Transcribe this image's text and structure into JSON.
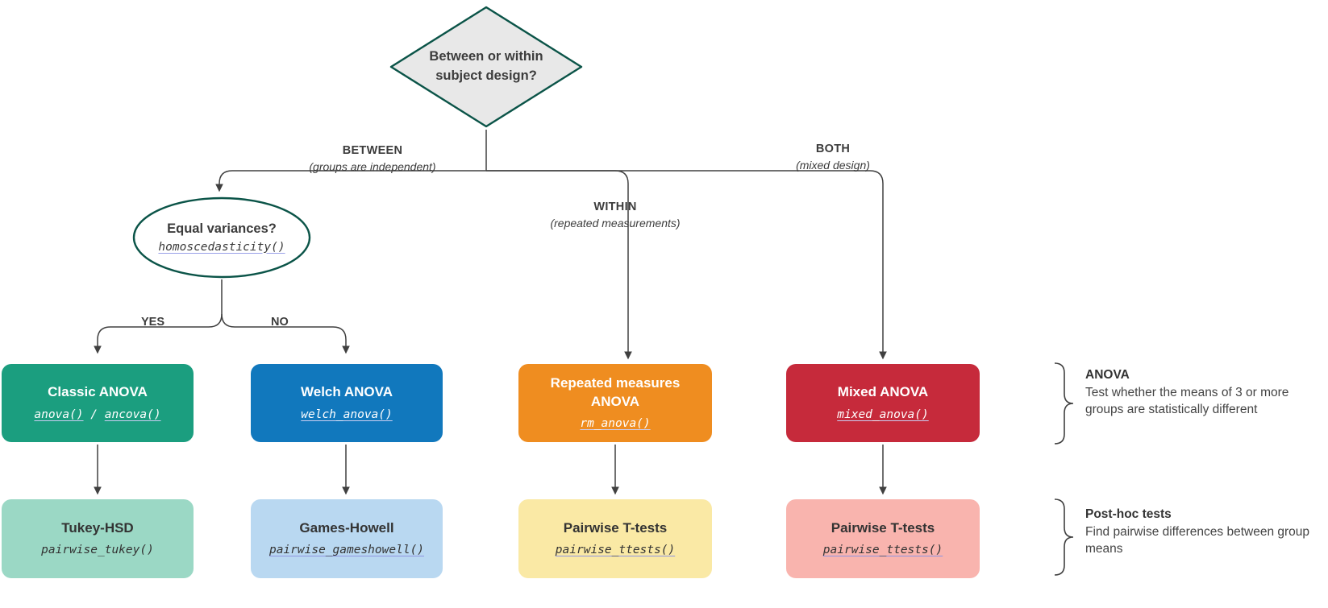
{
  "diagram": {
    "title_node": {
      "id": "decision-diamond",
      "line1": "Between or within",
      "line2": "subject design?",
      "fill": "#e8e8e8",
      "stroke": "#0b5448"
    },
    "branches": [
      {
        "id": "between",
        "label": "BETWEEN",
        "sublabel": "(groups are independent)"
      },
      {
        "id": "within",
        "label": "WITHIN",
        "sublabel": "(repeated measurements)"
      },
      {
        "id": "both",
        "label": "BOTH",
        "sublabel": "(mixed design)"
      }
    ],
    "ellipse_node": {
      "id": "equal-variances",
      "title": "Equal variances?",
      "code": "homoscedasticity()",
      "fill": "#ffffff",
      "stroke": "#0b5448"
    },
    "yes_label": "YES",
    "no_label": "NO",
    "anova_row": [
      {
        "id": "classic-anova",
        "title": "Classic ANOVA",
        "code_parts": [
          {
            "text": "anova()",
            "link": true
          },
          {
            "text": " / ",
            "link": false
          },
          {
            "text": "ancova()",
            "link": true
          }
        ],
        "fill": "#1b9e7f",
        "text_mode": "light-on-dark"
      },
      {
        "id": "welch-anova",
        "title": "Welch ANOVA",
        "code_parts": [
          {
            "text": "welch_anova()",
            "link": true
          }
        ],
        "fill": "#1178bd",
        "text_mode": "light-on-dark"
      },
      {
        "id": "repeated-measures-anova",
        "title": "Repeated measures ANOVA",
        "code_parts": [
          {
            "text": "rm_anova()",
            "link": true
          }
        ],
        "fill": "#ef8d20",
        "text_mode": "light-on-dark"
      },
      {
        "id": "mixed-anova",
        "title": "Mixed ANOVA",
        "code_parts": [
          {
            "text": "mixed_anova()",
            "link": true
          }
        ],
        "fill": "#c62a3b",
        "text_mode": "light-on-dark"
      }
    ],
    "posthoc_row": [
      {
        "id": "tukey-hsd",
        "title": "Tukey-HSD",
        "code_parts": [
          {
            "text": "pairwise_tukey()",
            "link": false
          }
        ],
        "fill": "#9bd8c5",
        "text_mode": "dark-on-light"
      },
      {
        "id": "games-howell",
        "title": "Games-Howell",
        "code_parts": [
          {
            "text": "pairwise_gameshowell()",
            "link": true
          }
        ],
        "fill": "#b9d8f1",
        "text_mode": "dark-on-light"
      },
      {
        "id": "pairwise-ttests-within",
        "title": "Pairwise T-tests",
        "code_parts": [
          {
            "text": "pairwise_ttests()",
            "link": true
          }
        ],
        "fill": "#fae9a5",
        "text_mode": "dark-on-light"
      },
      {
        "id": "pairwise-ttests-mixed",
        "title": "Pairwise T-tests",
        "code_parts": [
          {
            "text": "pairwise_ttests()",
            "link": true
          }
        ],
        "fill": "#f9b4ae",
        "text_mode": "dark-on-light"
      }
    ],
    "annotations": [
      {
        "id": "anova-annotation",
        "title": "ANOVA",
        "body": "Test whether the means of 3 or more groups are statistically different"
      },
      {
        "id": "posthoc-annotation",
        "title": "Post-hoc tests",
        "body": "Find pairwise differences between group means"
      }
    ],
    "colors": {
      "edge_stroke": "#404040",
      "node_stroke": "#0b5448",
      "text": "#333333",
      "link_underline": "#8d93e0"
    }
  }
}
